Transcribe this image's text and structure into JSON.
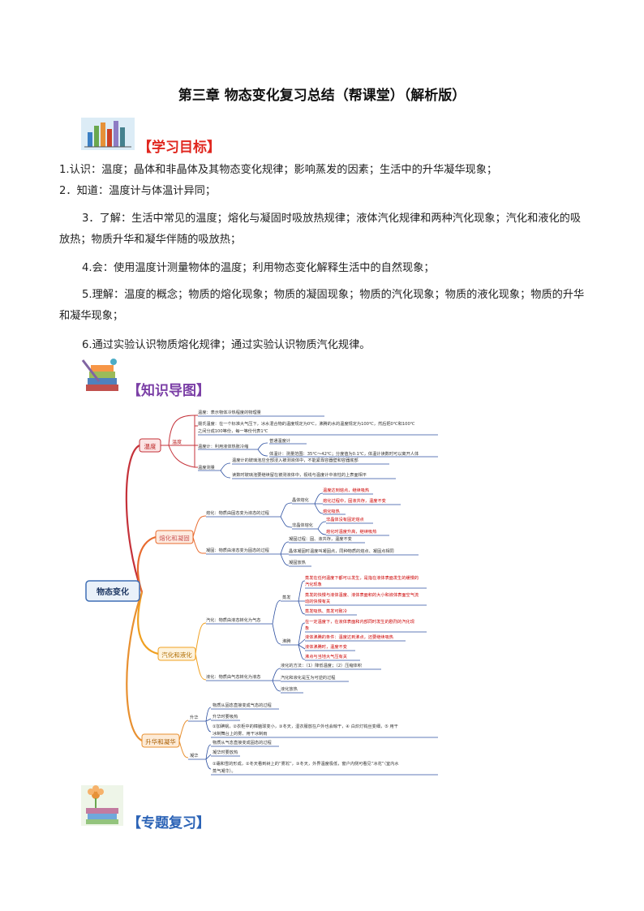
{
  "title": "第三章  物态变化复习总结（帮课堂）（解析版）",
  "sections": {
    "goals": "【学习目标】",
    "map": "【知识导图】",
    "review": "【专题复习】"
  },
  "goals": [
    "1.认识：温度；晶体和非晶体及其物态变化规律；影响蒸发的因素；生活中的升华凝华现象；",
    "2．知道：温度计与体温计异同；",
    "3．了解：生活中常见的温度；熔化与凝固时吸放热规律；液体汽化规律和两种汽化现象；汽化和液化的吸放热；物质升华和凝华伴随的吸放热；",
    "4.会：使用温度计测量物体的温度；利用物态变化解释生活中的自然现象；",
    "5.理解：温度的概念；物质的熔化现象；物质的凝固现象；物质的汽化现象；物质的液化现象；物质的升华和凝华现象；",
    "6.通过实验认识物质熔化规律；通过实验认识物质汽化规律。"
  ],
  "mindmap": {
    "root": "物态变化",
    "branches": {
      "temp": "温度",
      "melt": "熔化和凝固",
      "vapor": "汽化和液化",
      "sub": "升华和凝华"
    },
    "temp": {
      "sub": "温度",
      "def": "温度：表示物体冷热程度的物理量",
      "celsius1": "摄氏温度：在一个标准大气压下，冰水混合物的温度规定为0℃，沸腾的水的温度规定为100℃，然后把0℃和100℃",
      "celsius2": "之间分成100等份，每一等份代表1℃",
      "thermo": "温度计：利用液体热胀冷缩",
      "common": "普通温度计",
      "body": "体温计：测量范围：35℃～42℃；分度值为0.1℃，体温计读数时可以离开人体",
      "measure": "温度测量",
      "m1": "温度计的玻璃泡应全部浸入被测液体中，不能紧靠容器壁和容器底部",
      "m2": "读数时玻璃泡要继续留在被测液体中，视线与温度计中液柱的上表面相平"
    },
    "melt": {
      "melting": "熔化：物质由固态变为液态的过程",
      "crystal": "晶体熔化",
      "c1": "温度达到熔点，继续吸热",
      "c2": "熔化过程中，固液共存，温度不变",
      "c3": "熔化吸热",
      "noncrystal": "非晶体熔化",
      "n1": "非晶体没有固定熔点",
      "n2": "熔化时温度升高，继续吸热",
      "freezing": "凝固：物质由液态变为固态的过程",
      "f1": "凝固过程：固、液共存，温度不变",
      "f2": "晶体凝固时温度叫凝固点，同种物质的熔点、凝固点相同",
      "f3": "凝固放热"
    },
    "vapor": {
      "vaporize": "汽化：物质由液态转化为气态",
      "evap": "蒸发",
      "e1": "蒸发在任何温度下都可以发生，是指在液体表面发生的缓慢的",
      "e1b": "汽化现象",
      "e2": "蒸发的快慢与液体温度、液体表面积的大小和液体表面空气流",
      "e2b": "动的快慢有关",
      "e3": "蒸发吸热、蒸发可致冷",
      "boil": "沸腾",
      "b1": "在一定温度下，在液体表面和内部同时发生的剧烈的汽化现",
      "b1b": "象",
      "b2": "液体沸腾的条件：温度达到沸点，还要继续吸热",
      "b3": "液体沸腾时，温度不变",
      "b4": "沸点与当地大气压有关",
      "liquefy": "液化：物质由气态转化为液态",
      "l1": "液化的方法：（1）降低温度；（2）压缩体积",
      "l2": "汽化和液化是互为可逆的过程",
      "l3": "液化放热"
    },
    "sub": {
      "sublimation": "升华",
      "s1": "物质从固态直接变成气态的过程",
      "s2": "升华时要吸热",
      "s3": "①加碘锅，②衣柜中的樟脑球变小，③冬天，湿衣服放在户外也会晾干，④ 白炽灯钨丝变细，⑤ 用干",
      "s3b": "冰制舞台上的雾、用干冰制雨",
      "deposition": "凝华",
      "d1": "物质从气态直接变成固态的过程",
      "d2": "凝华时要放热",
      "d3": "①霜和雪的形成，②冬天看到树上的“雾凇”，③冬天，外界温度极低，窗户内侧可看见“冰花”（室内水",
      "d3b": "蒸气凝华）。"
    }
  },
  "colors": {
    "title_red": "#e0271f",
    "section_purple": "#7b3fa6",
    "root_border": "#3f6fb5",
    "branch_temp": "#c5323a",
    "branch_melt": "#e86b2f",
    "branch_vapor": "#f0a020",
    "branch_sub": "#e89030",
    "leaf_line": "#2c4fa0"
  }
}
